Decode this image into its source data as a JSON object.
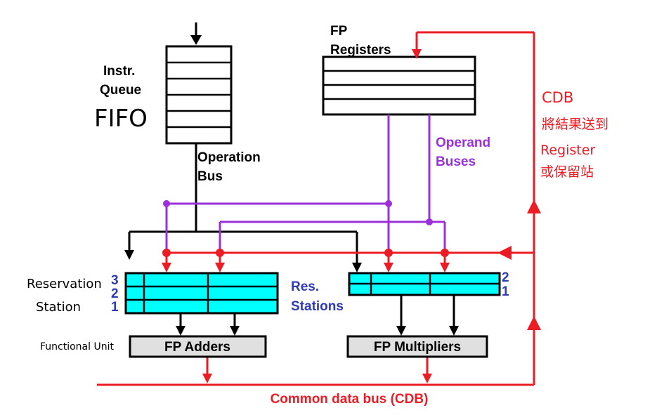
{
  "labels": {
    "instr_queue_line1": "Instr.",
    "instr_queue_line2": "Queue",
    "fifo_note": "FIFO",
    "fp_registers_line1": "FP",
    "fp_registers_line2": "Registers",
    "operation_bus_line1": "Operation",
    "operation_bus_line2": "Bus",
    "operand_buses_line1": "Operand",
    "operand_buses_line2": "Buses",
    "cdb_note_line1": "CDB",
    "cdb_note_line2": "將結果送到",
    "cdb_note_line3": "Register",
    "cdb_note_line4": "或保留站",
    "reservation_station_line1": "Reservation",
    "reservation_station_line2": "Station",
    "res_stations_line1": "Res.",
    "res_stations_line2": "Stations",
    "functional_unit_note": "Functional Unit",
    "fp_adders": "FP Adders",
    "fp_multipliers": "FP Multipliers",
    "common_data_bus": "Common data bus (CDB)"
  },
  "adder_rs_numbers": [
    "3",
    "2",
    "1"
  ],
  "mult_rs_numbers": [
    "2",
    "1"
  ],
  "colors": {
    "black": "#000000",
    "red": "#ec1c24",
    "purple": "#9b30d9",
    "blue": "#2e3bb5",
    "cyan": "#00ffff",
    "unit_fill": "#e0e0e0"
  }
}
